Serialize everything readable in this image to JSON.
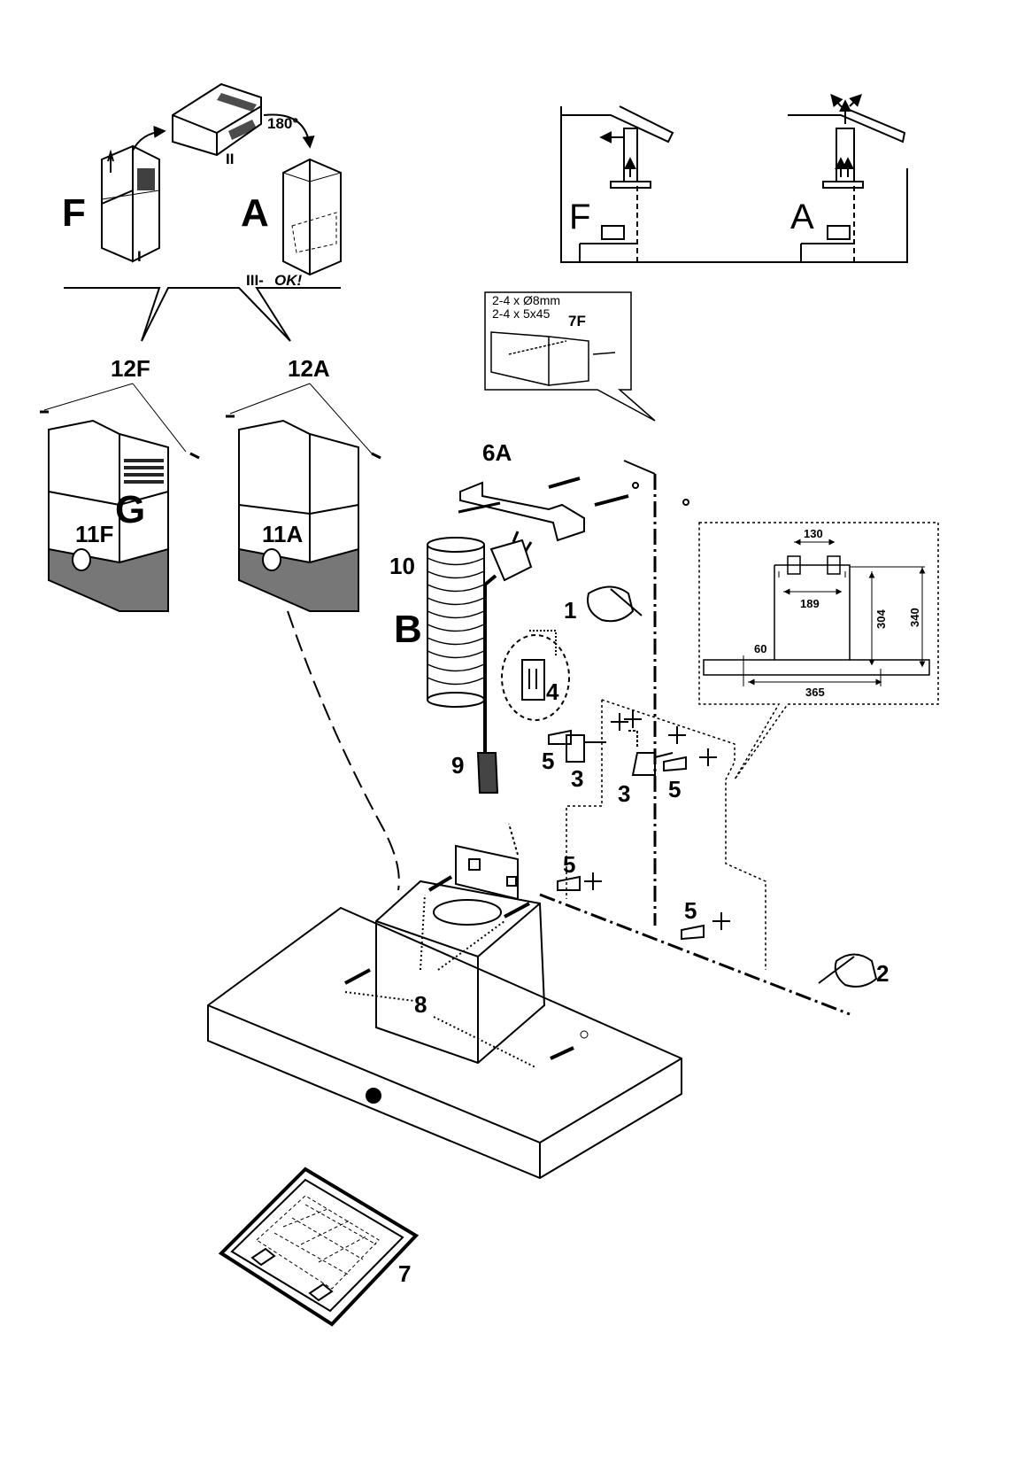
{
  "labels": {
    "F_top": "F",
    "I": "I",
    "II": "II",
    "deg": "180°",
    "A_top": "A",
    "III": "III-",
    "ok": "OK!",
    "l12F": "12F",
    "l12A": "12A",
    "G": "G",
    "l11F": "11F",
    "l11A": "11A",
    "F_scene": "F",
    "A_scene": "A",
    "spec1": "2-4 x Ø8mm",
    "spec2": "2-4 x 5x45",
    "l7F": "7F",
    "l6A": "6A",
    "l10": "10",
    "B": "B",
    "l1": "1",
    "l4": "4",
    "l9": "9",
    "l5a": "5",
    "l3a": "3",
    "l3b": "3",
    "l5b": "5",
    "l5c": "5",
    "l5d": "5",
    "l2": "2",
    "l8": "8",
    "l7": "7"
  },
  "dimensions": {
    "d130": "130",
    "d189": "189",
    "d304": "304",
    "d340": "340",
    "d60": "60",
    "d365": "365"
  }
}
